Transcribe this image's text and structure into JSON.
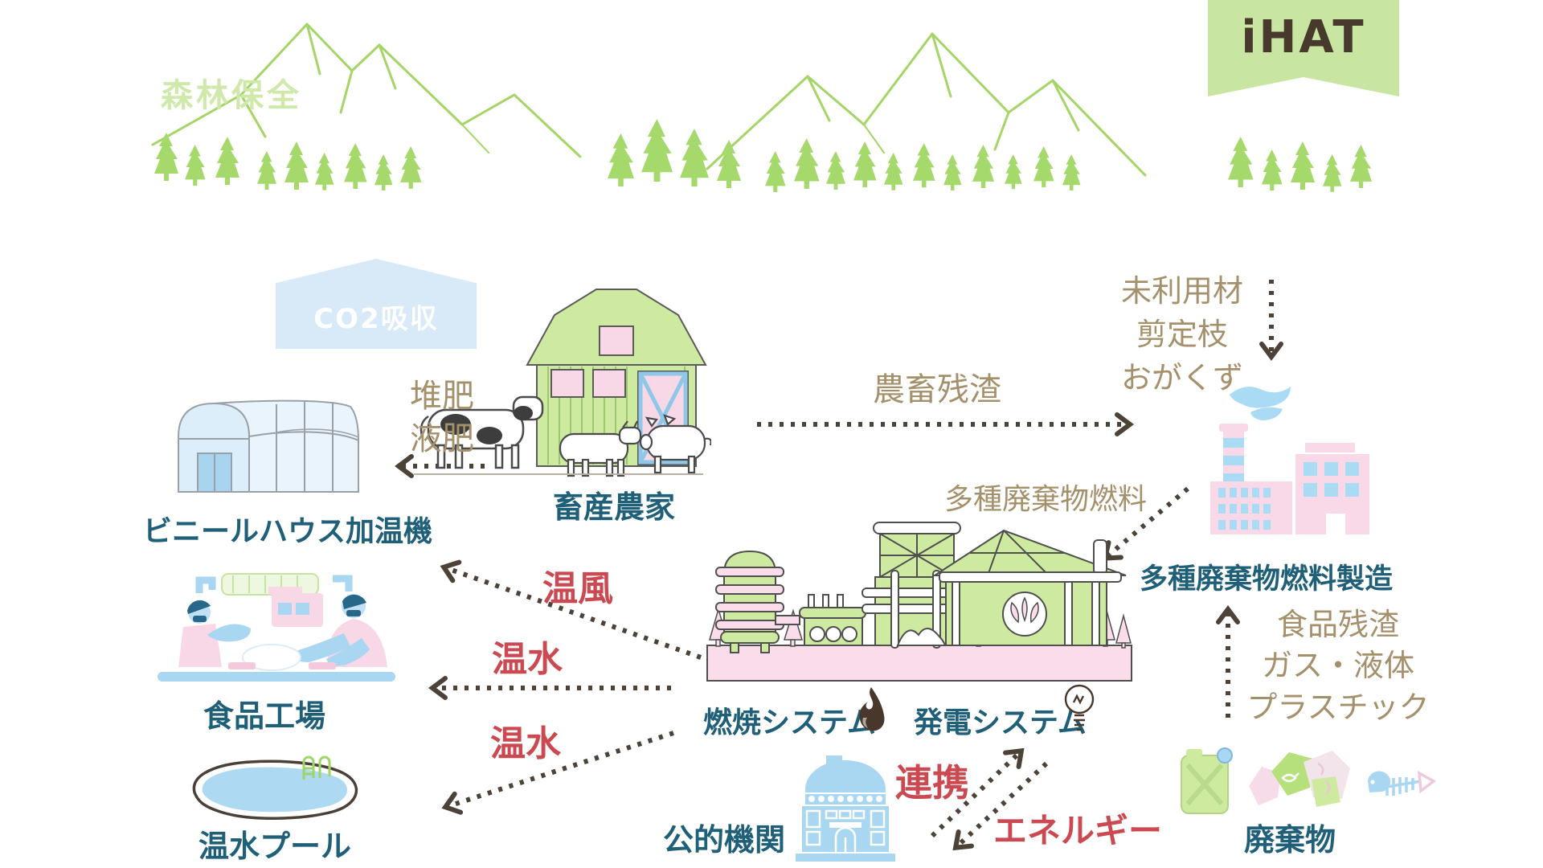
{
  "app": {
    "logo": "iHAT"
  },
  "labels": {
    "forest": "森林保全",
    "co2": "CO2吸収",
    "unused_wood": "未利用材",
    "pruned_branches": "剪定枝",
    "sawdust": "おがくず",
    "compost": "堆肥",
    "liquid_fertilizer": "液肥",
    "livestock_farm": "畜産農家",
    "agri_residue": "農畜残渣",
    "greenhouse_heater": "ビニールハウス加温機",
    "multi_waste_fuel": "多種廃棄物燃料",
    "fuel_manufacturing": "多種廃棄物燃料製造",
    "warm_air": "温風",
    "warm_water_1": "温水",
    "warm_water_2": "温水",
    "food_factory": "食品工場",
    "heated_pool": "温水プール",
    "combustion_system": "燃焼システム",
    "power_system": "発電システム",
    "public_institution": "公的機関",
    "cooperation": "連携",
    "energy": "エネルギー",
    "food_residue": "食品残渣",
    "gas_liquid": "ガス・液体",
    "plastic": "プラスチック",
    "waste": "廃棄物"
  },
  "colors": {
    "logo_bg_green": "#c8e6a1",
    "logo_text_brown": "#473a2d",
    "sketch_green": "#a4d566",
    "pale_green_text": "#cfe9ab",
    "co2_banner_blue": "#d8eaf7",
    "illustration_blue": "#a9d6f0",
    "illustration_pink": "#f8d9e7",
    "illustration_green": "#cdeaa0",
    "teal_text": "#1f5f78",
    "red_text": "#cb4a52",
    "tan_text": "#a5906c",
    "arrow_brown": "#4c4238"
  }
}
